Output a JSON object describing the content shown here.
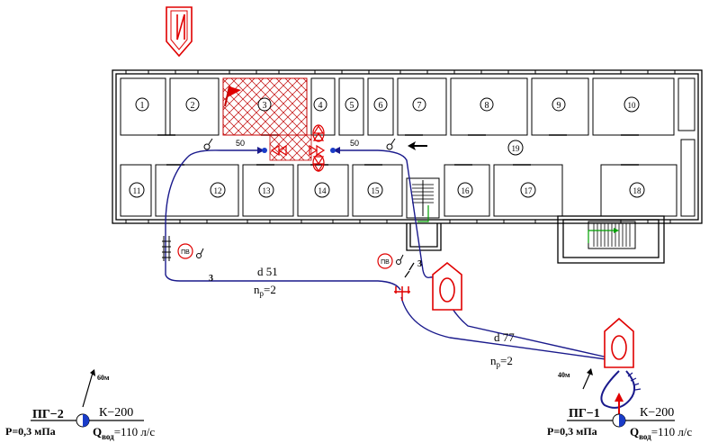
{
  "room_numbers": [
    "1",
    "2",
    "3",
    "4",
    "5",
    "6",
    "7",
    "8",
    "9",
    "10",
    "11",
    "12",
    "13",
    "14",
    "15",
    "16",
    "17",
    "18",
    "19"
  ],
  "hose_lengths": [
    "50",
    "50"
  ],
  "hose_counts": [
    "3",
    "3"
  ],
  "line1": {
    "diameter": "d 51",
    "np_base": "n",
    "np_sub": "р",
    "np_val": "=2"
  },
  "line2": {
    "diameter": "d 77",
    "np_base": "n",
    "np_sub": "р",
    "np_val": "=2"
  },
  "hydrant_labels": [
    "ПВ",
    "ПВ"
  ],
  "left_hydrant": {
    "name": "ПГ−2",
    "ring": "К−200",
    "pressure": "Р=0,3 мПа",
    "q_base": "Q",
    "q_sub": "вод",
    "q_val": "=110 л/с",
    "distance": "60м"
  },
  "right_hydrant": {
    "name": "ПГ−1",
    "ring": "К−200",
    "pressure": "Р=0,3 мПа",
    "q_base": "Q",
    "q_sub": "вод",
    "q_val": "=110 л/с",
    "distance": "40м"
  },
  "colors": {
    "fire_red": "#e00000",
    "hose_blue": "#1a1a8c",
    "blue_fill": "#1a3cc8",
    "stair_green": "#00a000"
  }
}
